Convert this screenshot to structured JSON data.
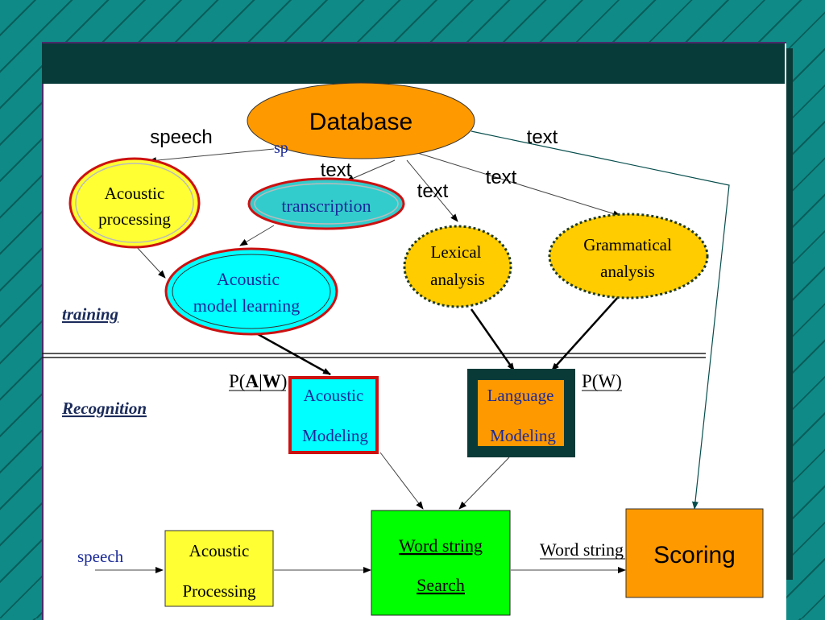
{
  "nodes": {
    "database": "Database",
    "acoustic_processing_oval": [
      "Acoustic",
      "processing"
    ],
    "transcription": "transcription",
    "acoustic_model_learning": [
      "Acoustic",
      "model learning"
    ],
    "lexical_analysis": [
      "Lexical",
      "analysis"
    ],
    "grammatical_analysis": [
      "Grammatical",
      "analysis"
    ],
    "acoustic_modeling": [
      "Acoustic",
      "Modeling"
    ],
    "language_modeling": [
      "Language",
      "Modeling"
    ],
    "acoustic_processing_box": [
      "Acoustic",
      "Processing"
    ],
    "word_string_search": [
      "Word string",
      "Search"
    ],
    "scoring": "Scoring"
  },
  "edge_labels": {
    "speech_top": "speech",
    "speech_partial": "sp",
    "text_right": "text",
    "text_transcription": "text",
    "text_lexical": "text",
    "text_grammatical": "text",
    "p_a_w_prefix": "P(",
    "p_a_w_a": "A",
    "p_a_w_sep": "|",
    "p_a_w_w": "W",
    "p_a_w_suffix": ")",
    "p_w": "P(W)",
    "speech_input": "speech",
    "word_string_output": "Word string"
  },
  "section_labels": {
    "training": "training",
    "recognition": "Recognition"
  },
  "colors": {
    "database": "#ff9900",
    "acoustic_oval": "#ffff33",
    "transcription": "#33cccc",
    "acoustic_learning": "#00ffff",
    "lexical": "#ffcc00",
    "grammatical": "#ffcc00",
    "acoustic_modeling": "#00ffff",
    "language_modeling": "#ff9900",
    "acoustic_box": "#ffff33",
    "word_search": "#00ff00",
    "scoring": "#ff9900"
  }
}
